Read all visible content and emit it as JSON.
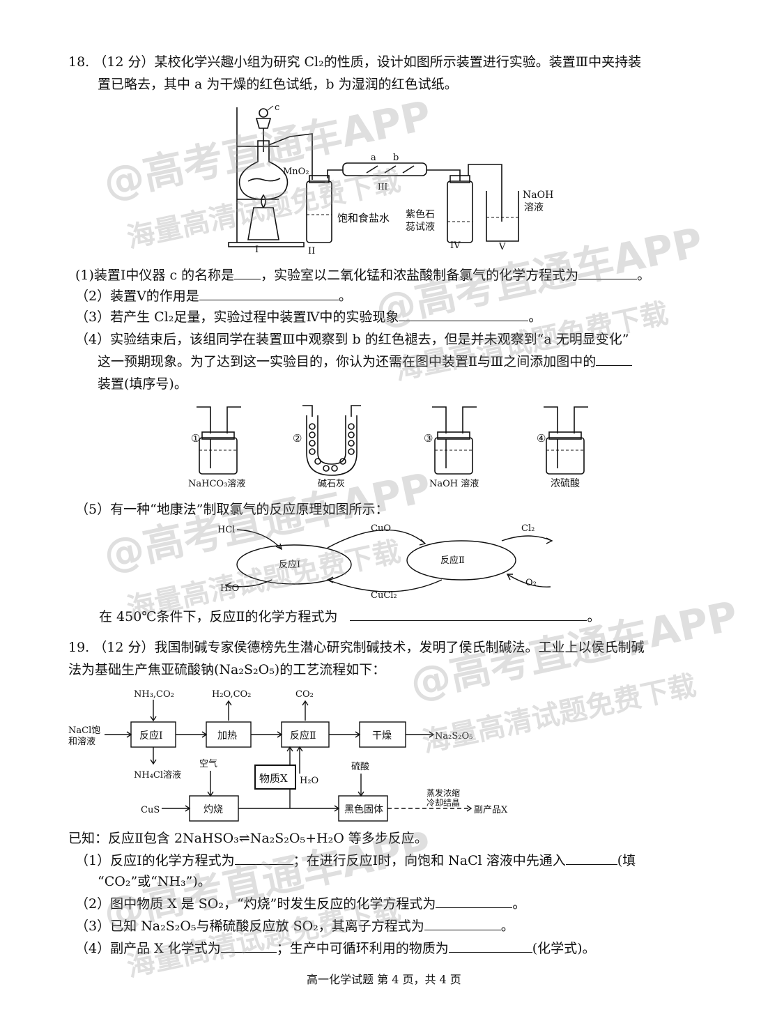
{
  "q18": {
    "header": "18. （12 分）某校化学兴趣小组为研究 Cl₂的性质，设计如图所示装置进行实验。装置Ⅲ中夹持装",
    "header2": "置已略去，其中 a 为干燥的红色试纸，b 为湿润的红色试纸。",
    "apparatus": {
      "c": "c",
      "mno2": "MnO₂",
      "a": "a",
      "b": "b",
      "III": "III",
      "I": "I",
      "II": "II",
      "IV": "IV",
      "V": "V",
      "brine": "饱和食盐水",
      "litmus1": "紫色石",
      "litmus2": "蕊试液",
      "naoh1": "NaOH",
      "naoh2": "溶液"
    },
    "p1a": "(1)装置Ⅰ中仪器 c 的名称是",
    "p1b": "，实验室以二氧化锰和浓盐酸制备氯气的化学方程式为",
    "p1c": "。",
    "p2a": "（2）装置Ⅴ的作用是",
    "p2b": "。",
    "p3a": "（3）若产生 Cl₂足量，实验过程中装置Ⅳ中的实验现象",
    "p3b": "。",
    "p4a": "（4）实验结束后，该组同学在装置Ⅲ中观察到 b 的红色褪去，但是并未观察到“a 无明显变化”",
    "p4b": "这一预期现象。为了达到这一实验目的，你认为还需在图中装置Ⅱ与Ⅲ之间添加图中的",
    "p4c": "装置(填序号)。",
    "options": [
      {
        "num": "①",
        "label": "NaHCO₃溶液"
      },
      {
        "num": "②",
        "label": "碱石灰"
      },
      {
        "num": "③",
        "label": "NaOH 溶液"
      },
      {
        "num": "④",
        "label": "浓硫酸"
      }
    ],
    "p5": "（5）有一种“地康法”制取氯气的反应原理如图所示：",
    "cycle": {
      "hcl": "HCl",
      "cuo": "CuO",
      "cl2": "Cl₂",
      "r1": "反应Ⅰ",
      "r2": "反应Ⅱ",
      "o2": "O₂",
      "h2o": "H₂O",
      "cucl2": "CuCl₂"
    },
    "p5b": "在 450℃条件下，反应Ⅱ的化学方程式为",
    "p5c": "。"
  },
  "q19": {
    "header": "19. （12 分）我国制碱专家侯德榜先生潜心研究制碱技术，发明了侯氏制碱法。工业上以侯氏制碱",
    "header2": "法为基础生产焦亚硫酸钠(Na₂S₂O₅)的工艺流程如下：",
    "flow": {
      "nh3co2": "NH₃,CO₂",
      "h2oco2": "H₂O,CO₂",
      "co2": "CO₂",
      "nacl1": "NaCl饱",
      "nacl2": "和溶液",
      "r1": "反应Ⅰ",
      "heat": "加热",
      "r2": "反应Ⅱ",
      "dry": "干燥",
      "product": "Na₂S₂O₅",
      "nh4cl": "NH₄Cl溶液",
      "air": "空气",
      "x": "物质X",
      "h2o": "H₂O",
      "acid": "硫酸",
      "cus": "CuS",
      "burn": "灼烧",
      "black": "黑色固体",
      "evap1": "蒸发浓缩",
      "evap2": "冷却结晶",
      "byp": "副产品X"
    },
    "known": "已知：反应Ⅱ包含 2NaHSO₃⇌Na₂S₂O₅+H₂O 等多步反应。",
    "p1a": "（1）反应Ⅰ的化学方程式为",
    "p1b": "；在进行反应Ⅰ时，向饱和 NaCl 溶液中先通入",
    "p1c": "(填",
    "p1d": "“CO₂”或“NH₃”)。",
    "p2a": "（2）图中物质 X 是 SO₂，“灼烧”时发生反应的化学方程式为",
    "p2b": "。",
    "p3a": "（3）已知 Na₂S₂O₅与稀硫酸反应放 SO₂，其离子方程式为",
    "p3b": "。",
    "p4a": "（4）副产品 X 化学式为",
    "p4b": "；生产中可循环利用的物质为",
    "p4c": "(化学式)。"
  },
  "footer": "高一化学试题 第 4 页，共 4 页",
  "watermark": {
    "main": "@高考直通车APP",
    "sub": "海量高清试题免费下载"
  }
}
